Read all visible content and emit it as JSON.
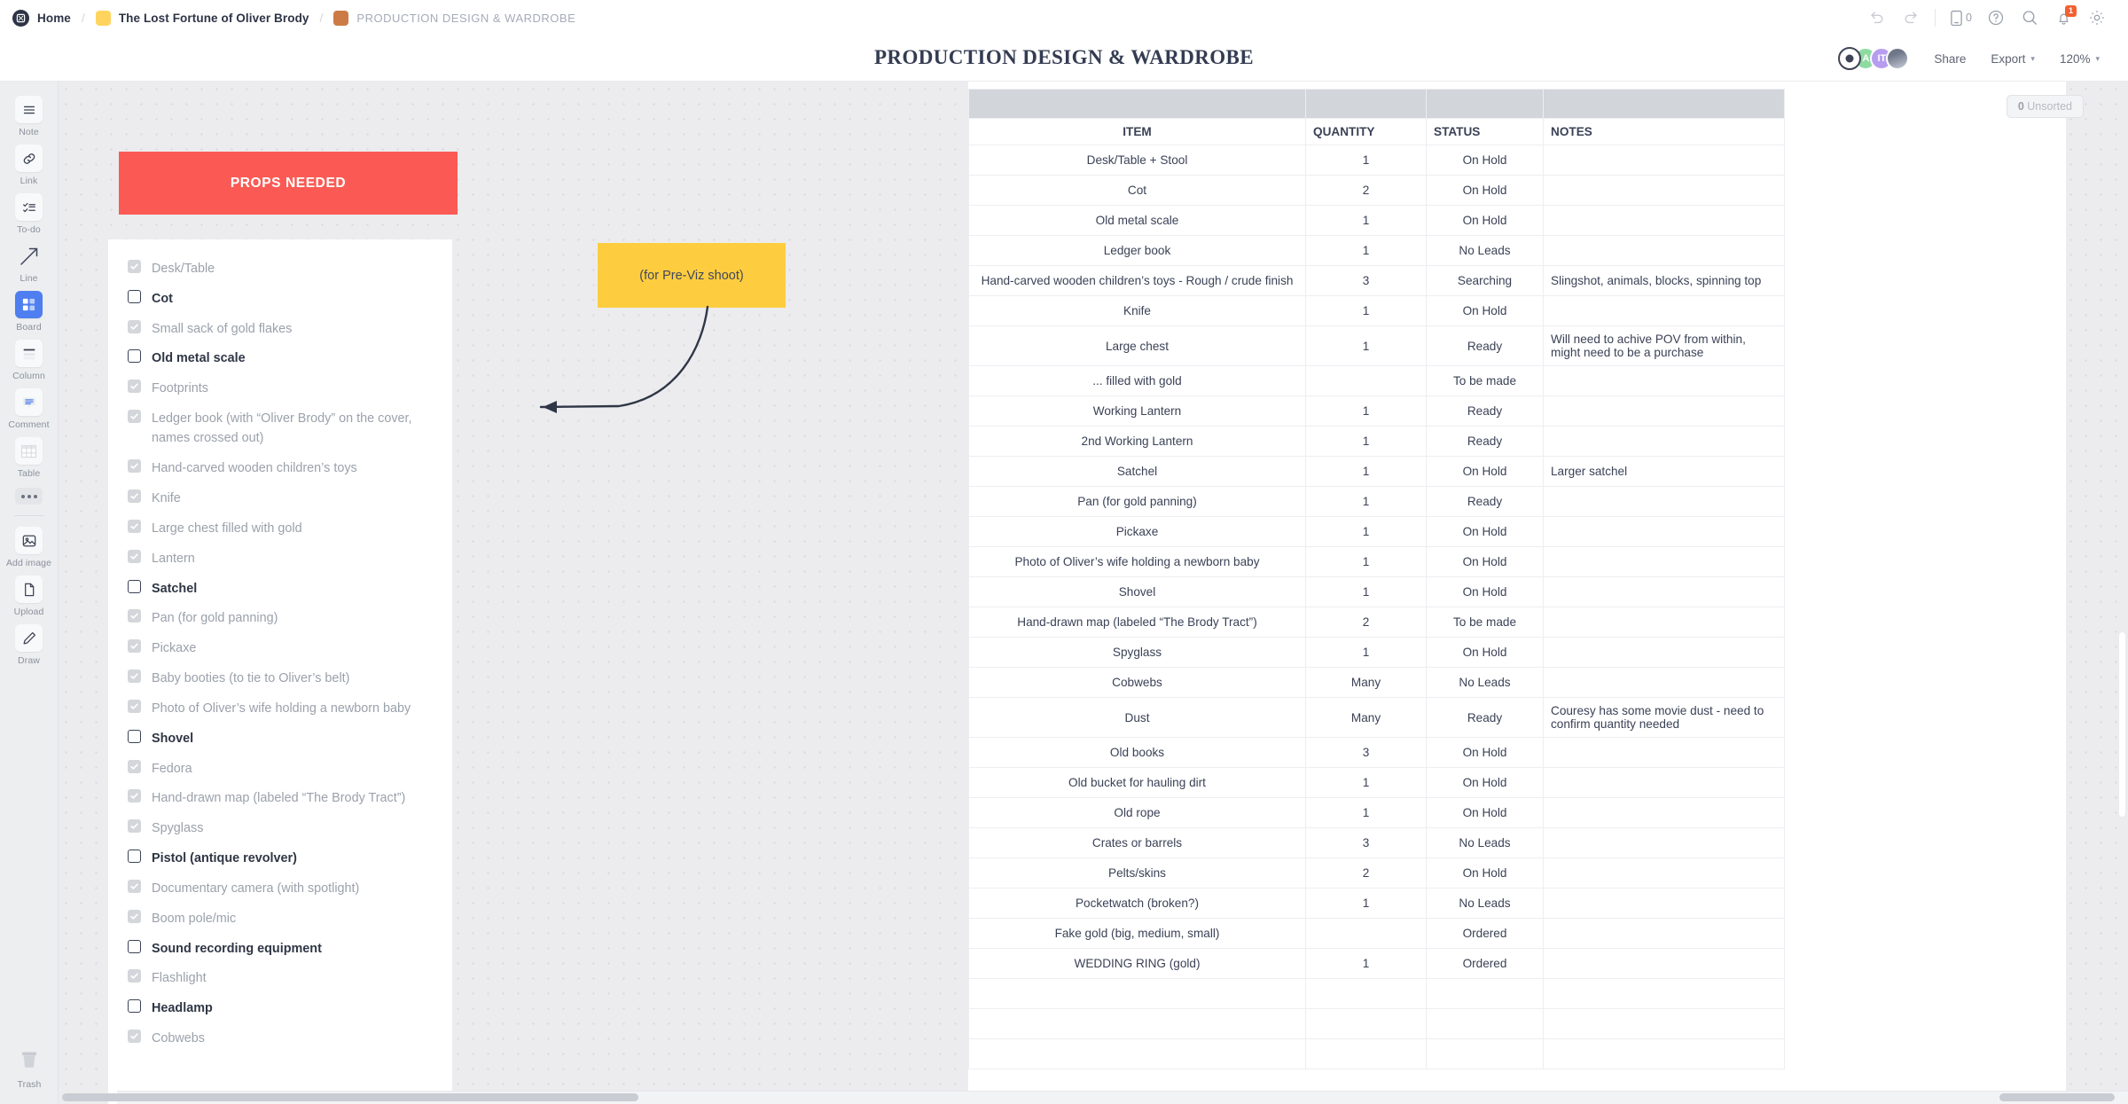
{
  "topbar": {
    "home_label": "Home",
    "project_label": "The Lost Fortune of Oliver Brody",
    "section_label": "PRODUCTION DESIGN & WARDROBE",
    "separator": "/",
    "project_chip_color": "#ffd45e",
    "section_chip_color": "#cc7b46",
    "undo_icon": "undo-icon",
    "redo_icon": "redo-icon",
    "phone_icon": "phone-icon",
    "phone_count": "0",
    "help_icon": "help-icon",
    "search_icon": "search-icon",
    "bell_icon": "bell-icon",
    "bell_badge": "1",
    "gear_icon": "gear-icon"
  },
  "header": {
    "title": "PRODUCTION DESIGN & WARDROBE",
    "avatars": [
      {
        "name": "viewer-eye",
        "initials": ""
      },
      {
        "name": "collaborator-a",
        "initials": "A"
      },
      {
        "name": "collaborator-it",
        "initials": "IT"
      },
      {
        "name": "collaborator-photo",
        "initials": ""
      }
    ],
    "share_label": "Share",
    "export_label": "Export",
    "zoom_label": "120%",
    "caret": "⌄"
  },
  "tools": [
    {
      "name": "note",
      "label": "Note",
      "icon": "note-icon"
    },
    {
      "name": "link",
      "label": "Link",
      "icon": "link-icon"
    },
    {
      "name": "todo",
      "label": "To-do",
      "icon": "todo-icon"
    },
    {
      "name": "line",
      "label": "Line",
      "icon": "line-arrow-icon"
    },
    {
      "name": "board",
      "label": "Board",
      "icon": "board-icon",
      "active": true
    },
    {
      "name": "column",
      "label": "Column",
      "icon": "column-icon"
    },
    {
      "name": "comment",
      "label": "Comment",
      "icon": "comment-icon"
    },
    {
      "name": "table",
      "label": "Table",
      "icon": "table-icon"
    },
    {
      "name": "more",
      "label": "",
      "icon": "more-dots-icon"
    },
    {
      "name": "add-image",
      "label": "Add image",
      "icon": "image-icon"
    },
    {
      "name": "upload",
      "label": "Upload",
      "icon": "file-icon"
    },
    {
      "name": "draw",
      "label": "Draw",
      "icon": "pencil-icon"
    }
  ],
  "trash": {
    "label": "Trash",
    "icon": "trash-icon"
  },
  "props_card": {
    "header_label": "PROPS NEEDED",
    "header_color": "#fb5a54",
    "items": [
      {
        "label": "Desk/Table",
        "checked": true
      },
      {
        "label": "Cot",
        "checked": false
      },
      {
        "label": "Small sack of gold flakes",
        "checked": true
      },
      {
        "label": "Old metal scale",
        "checked": false
      },
      {
        "label": "Footprints",
        "checked": true
      },
      {
        "label": "Ledger book (with “Oliver Brody” on the cover, names crossed out)",
        "checked": true
      },
      {
        "label": "Hand-carved wooden children’s toys",
        "checked": true
      },
      {
        "label": "Knife",
        "checked": true
      },
      {
        "label": "Large chest filled with gold",
        "checked": true
      },
      {
        "label": "Lantern",
        "checked": true
      },
      {
        "label": "Satchel",
        "checked": false
      },
      {
        "label": "Pan (for gold panning)",
        "checked": true
      },
      {
        "label": "Pickaxe",
        "checked": true
      },
      {
        "label": "Baby booties (to tie to Oliver’s belt)",
        "checked": true
      },
      {
        "label": "Photo of Oliver’s wife holding a newborn baby",
        "checked": true
      },
      {
        "label": "Shovel",
        "checked": false
      },
      {
        "label": "Fedora",
        "checked": true
      },
      {
        "label": "Hand-drawn map (labeled “The Brody Tract”)",
        "checked": true
      },
      {
        "label": "Spyglass",
        "checked": true
      },
      {
        "label": "Pistol (antique revolver)",
        "checked": false
      },
      {
        "label": "Documentary camera (with spotlight)",
        "checked": true
      },
      {
        "label": "Boom pole/mic",
        "checked": true
      },
      {
        "label": "Sound recording equipment",
        "checked": false
      },
      {
        "label": "Flashlight",
        "checked": true
      },
      {
        "label": "Headlamp",
        "checked": false
      },
      {
        "label": "Cobwebs",
        "checked": true
      }
    ]
  },
  "sticky_note": {
    "text": "(for Pre-Viz shoot)",
    "color": "#fecd3f"
  },
  "unsorted_badge": {
    "count": "0",
    "label": "Unsorted"
  },
  "table": {
    "columns": [
      "ITEM",
      "QUANTITY",
      "STATUS",
      "NOTES"
    ],
    "rows": [
      {
        "item": "Desk/Table + Stool",
        "qty": "1",
        "status": "On Hold",
        "notes": ""
      },
      {
        "item": "Cot",
        "qty": "2",
        "status": "On Hold",
        "notes": ""
      },
      {
        "item": "Old metal scale",
        "qty": "1",
        "status": "On Hold",
        "notes": ""
      },
      {
        "item": "Ledger book",
        "qty": "1",
        "status": "No Leads",
        "notes": ""
      },
      {
        "item": "Hand-carved wooden children’s toys - Rough / crude finish",
        "qty": "3",
        "status": "Searching",
        "notes": "Slingshot, animals, blocks, spinning top"
      },
      {
        "item": "Knife",
        "qty": "1",
        "status": "On Hold",
        "notes": ""
      },
      {
        "item": "Large chest",
        "qty": "1",
        "status": "Ready",
        "notes": "Will need to achive POV from within, might need to be a purchase"
      },
      {
        "item": "... filled with gold",
        "qty": "",
        "status": "To be made",
        "notes": ""
      },
      {
        "item": "Working Lantern",
        "qty": "1",
        "status": "Ready",
        "notes": ""
      },
      {
        "item": "2nd Working Lantern",
        "qty": "1",
        "status": "Ready",
        "notes": ""
      },
      {
        "item": "Satchel",
        "qty": "1",
        "status": "On Hold",
        "notes": "Larger satchel"
      },
      {
        "item": "Pan (for gold panning)",
        "qty": "1",
        "status": "Ready",
        "notes": ""
      },
      {
        "item": "Pickaxe",
        "qty": "1",
        "status": "On Hold",
        "notes": ""
      },
      {
        "item": "Photo of Oliver’s wife holding a newborn baby",
        "qty": "1",
        "status": "On Hold",
        "notes": ""
      },
      {
        "item": "Shovel",
        "qty": "1",
        "status": "On Hold",
        "notes": ""
      },
      {
        "item": "Hand-drawn map (labeled “The Brody Tract”)",
        "qty": "2",
        "status": "To be made",
        "notes": ""
      },
      {
        "item": "Spyglass",
        "qty": "1",
        "status": "On Hold",
        "notes": ""
      },
      {
        "item": "Cobwebs",
        "qty": "Many",
        "status": "No Leads",
        "notes": ""
      },
      {
        "item": "Dust",
        "qty": "Many",
        "status": "Ready",
        "notes": "Couresy has some movie dust - need to confirm quantity needed"
      },
      {
        "item": "Old books",
        "qty": "3",
        "status": "On Hold",
        "notes": ""
      },
      {
        "item": "Old bucket for hauling dirt",
        "qty": "1",
        "status": "On Hold",
        "notes": ""
      },
      {
        "item": "Old rope",
        "qty": "1",
        "status": "On Hold",
        "notes": ""
      },
      {
        "item": "Crates or barrels",
        "qty": "3",
        "status": "No Leads",
        "notes": ""
      },
      {
        "item": "Pelts/skins",
        "qty": "2",
        "status": "On Hold",
        "notes": ""
      },
      {
        "item": "Pocketwatch (broken?)",
        "qty": "1",
        "status": "No Leads",
        "notes": ""
      },
      {
        "item": "Fake gold (big, medium, small)",
        "qty": "",
        "status": "Ordered",
        "notes": ""
      },
      {
        "item": "WEDDING RING (gold)",
        "qty": "1",
        "status": "Ordered",
        "notes": ""
      },
      {
        "item": "",
        "qty": "",
        "status": "",
        "notes": ""
      },
      {
        "item": "",
        "qty": "",
        "status": "",
        "notes": ""
      },
      {
        "item": "",
        "qty": "",
        "status": "",
        "notes": ""
      }
    ]
  }
}
